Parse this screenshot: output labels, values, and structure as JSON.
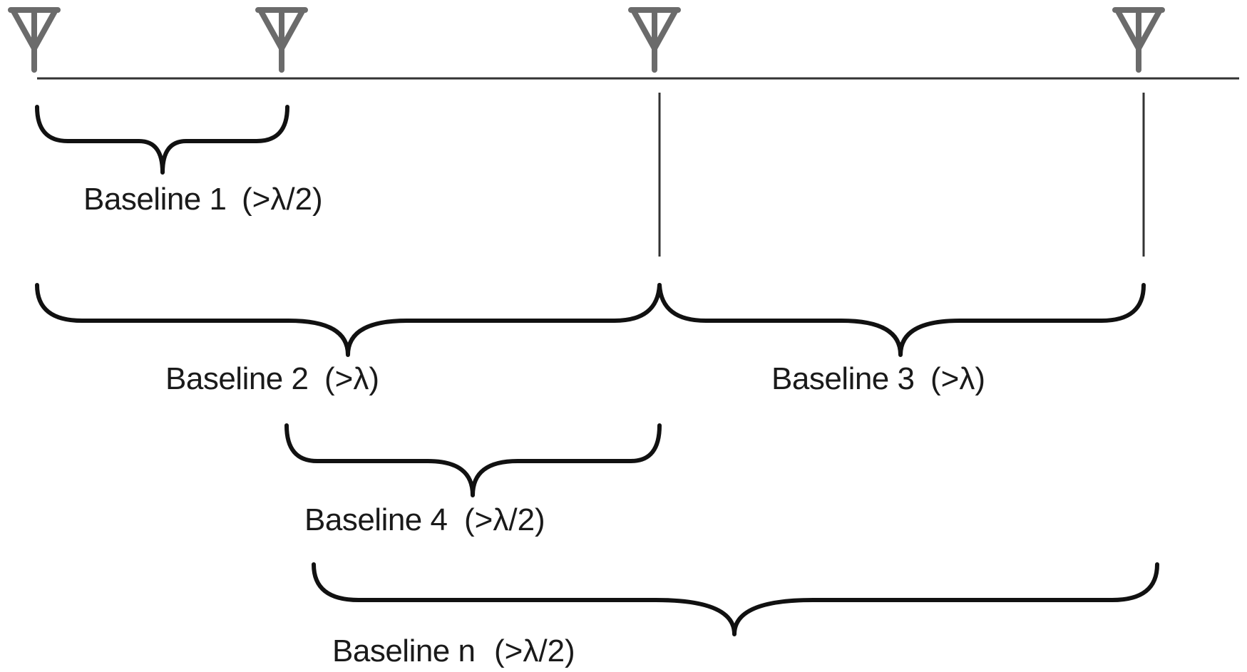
{
  "colors": {
    "antenna": "#6b6b6b",
    "lines": "#111111",
    "text": "#1a1a1a"
  },
  "antennas": [
    {
      "id": "antenna-1",
      "icon": "antenna-icon"
    },
    {
      "id": "antenna-2",
      "icon": "antenna-icon"
    },
    {
      "id": "antenna-3",
      "icon": "antenna-icon"
    },
    {
      "id": "antenna-4",
      "icon": "antenna-icon"
    }
  ],
  "baselines": [
    {
      "name": "Baseline 1",
      "condition": "(>λ/2)"
    },
    {
      "name": "Baseline 2",
      "condition": "(>λ)"
    },
    {
      "name": "Baseline 3",
      "condition": "(>λ)"
    },
    {
      "name": "Baseline 4",
      "condition": "(>λ/2)"
    },
    {
      "name": "Baseline n",
      "condition": "(>λ/2)"
    }
  ]
}
